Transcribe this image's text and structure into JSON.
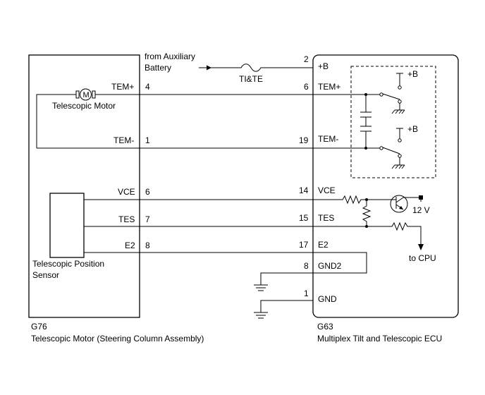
{
  "left_component": {
    "code": "G76",
    "name": "Telescopic Motor (Steering Column Assembly)",
    "motor_label": "Telescopic Motor",
    "motor_symbol": "M",
    "sensor_label_line1": "Telescopic Position",
    "sensor_label_line2": "Sensor",
    "pins": [
      {
        "name": "TEM+",
        "num": "4"
      },
      {
        "name": "TEM-",
        "num": "1"
      },
      {
        "name": "VCE",
        "num": "6"
      },
      {
        "name": "TES",
        "num": "7"
      },
      {
        "name": "E2",
        "num": "8"
      }
    ]
  },
  "right_component": {
    "code": "G63",
    "name": "Multiplex Tilt and Telescopic ECU",
    "pins": [
      {
        "num": "2",
        "name": "+B"
      },
      {
        "num": "6",
        "name": "TEM+"
      },
      {
        "num": "19",
        "name": "TEM-"
      },
      {
        "num": "14",
        "name": "VCE"
      },
      {
        "num": "15",
        "name": "TES"
      },
      {
        "num": "17",
        "name": "E2"
      },
      {
        "num": "8",
        "name": "GND2"
      },
      {
        "num": "1",
        "name": "GND"
      }
    ],
    "relay_supply_1": "+B",
    "relay_supply_2": "+B",
    "supply_voltage": "12 V",
    "cpu_label": "to CPU"
  },
  "power_source": {
    "line1": "from Auxiliary",
    "line2": "Battery",
    "fuse": "TI&TE"
  }
}
